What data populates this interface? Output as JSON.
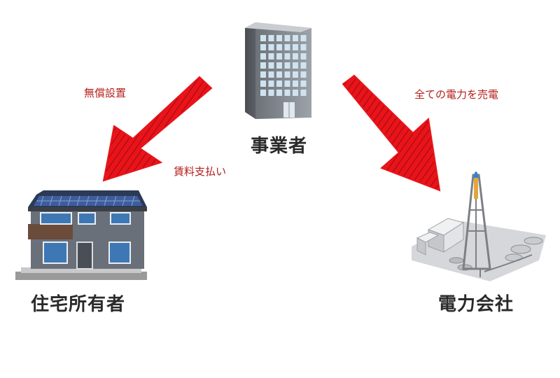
{
  "nodes": {
    "operator": {
      "label": "事業者"
    },
    "homeowner": {
      "label": "住宅所有者"
    },
    "power_company": {
      "label": "電力会社"
    }
  },
  "edges": {
    "operator_to_homeowner": {
      "label_primary": "無償設置",
      "label_secondary": "賃料支払い"
    },
    "operator_to_power_company": {
      "label": "全ての電力を売電"
    }
  },
  "colors": {
    "arrow": "#e8141a",
    "label_text": "#b3201c",
    "node_text": "#2a2a2a"
  }
}
